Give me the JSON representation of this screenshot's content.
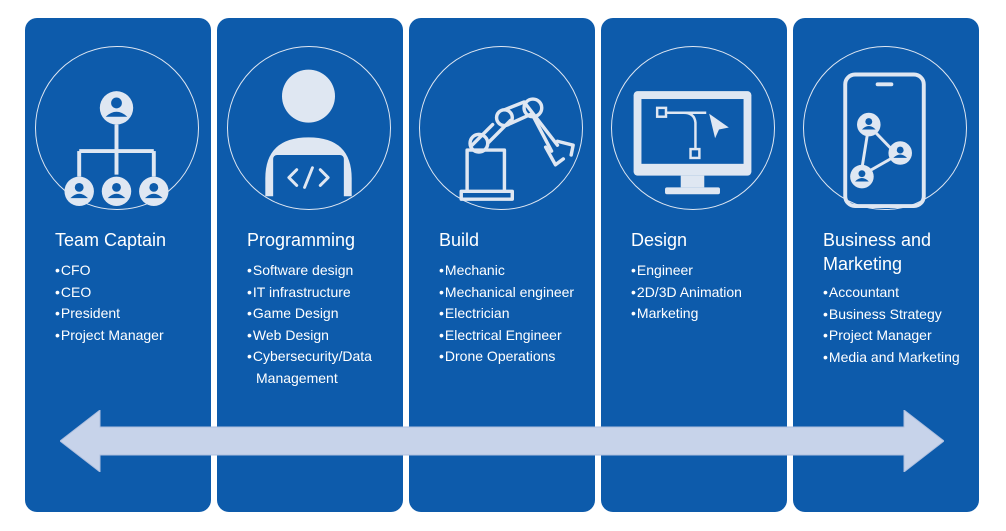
{
  "colors": {
    "panel": "#0d5bab",
    "icon": "#dfe7f2",
    "arrow": "#c7d3ea"
  },
  "panels": [
    {
      "title": "Team Captain",
      "icon": "org-chart-icon",
      "items": [
        "CFO",
        "CEO",
        "President",
        "Project Manager"
      ]
    },
    {
      "title": "Programming",
      "icon": "programmer-laptop-icon",
      "items": [
        "Software design",
        "IT infrastructure",
        "Game Design",
        "Web Design",
        "Cybersecurity/Data Management"
      ]
    },
    {
      "title": "Build",
      "icon": "robotic-arm-icon",
      "items": [
        "Mechanic",
        "Mechanical engineer",
        "Electrician",
        "Electrical Engineer",
        "Drone Operations"
      ]
    },
    {
      "title": "Design",
      "icon": "monitor-vector-design-icon",
      "items": [
        "Engineer",
        "2D/3D Animation",
        "Marketing"
      ]
    },
    {
      "title": "Business and Marketing",
      "icon": "phone-network-icon",
      "items": [
        "Accountant",
        "Business Strategy",
        "Project Manager",
        "Media and Marketing"
      ]
    }
  ],
  "arrow": {
    "icon": "double-arrow-icon"
  }
}
